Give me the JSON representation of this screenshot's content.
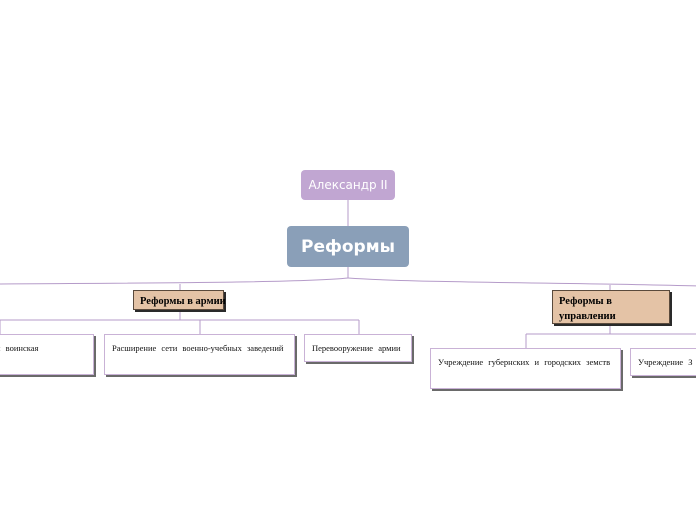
{
  "diagram": {
    "top_node": "Александр II",
    "central_topic": "Реформы",
    "branches": [
      {
        "label": "Реформы в армии",
        "children": [
          "й воинская",
          "Расширение сети военно-учебных заведений",
          "Перевооружение армии"
        ]
      },
      {
        "label": "Реформы в управлении",
        "children": [
          "Учреждение губернских и городских земств",
          "Учреждение З"
        ]
      }
    ]
  },
  "colors": {
    "top_node": "#c1a6d2",
    "central_topic": "#8a9fb8",
    "branch": "#e4c3a6",
    "connector": "#b59bc9",
    "leaf_border": "#c9b2d6"
  }
}
